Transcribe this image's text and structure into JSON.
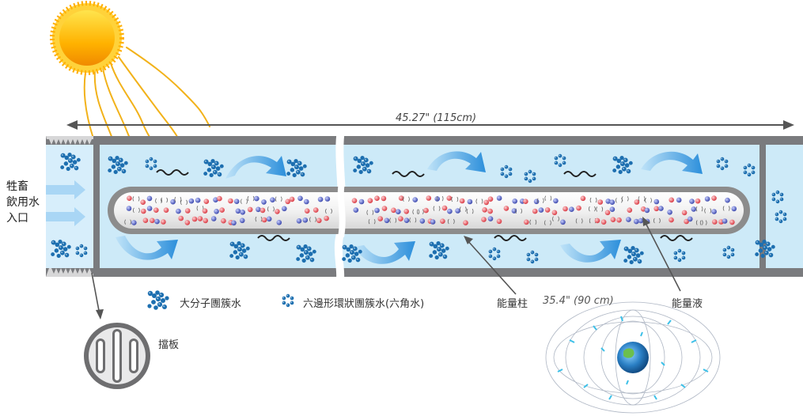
{
  "inlet_label": [
    "牲畜",
    "飲用水",
    "入口"
  ],
  "pipe_length_label": "45.27\" (115cm)",
  "legend": {
    "macro_cluster": "大分子團簇水",
    "hexagonal_cluster": "六邊形環狀團簇水(六角水)"
  },
  "energy_rod": {
    "label": "能量柱",
    "length": "35.4\" (90 cm)"
  },
  "energy_liquid_label": "能量液",
  "baffle_label": "擋板",
  "icons": [
    "sun-icon",
    "earth-magnetic-field-icon",
    "baffle-plate-icon",
    "macro-cluster-icon",
    "hexagonal-cluster-icon",
    "flow-arrow-icon",
    "wave-icon"
  ],
  "colors": {
    "water": "#cdeaf8",
    "pipe_wall": "#7a7b7e",
    "arrow": "#3aa0e0",
    "cluster": "#1d6fb0",
    "molecule_red": "#e0434b",
    "molecule_blue": "#3f4fb8"
  }
}
